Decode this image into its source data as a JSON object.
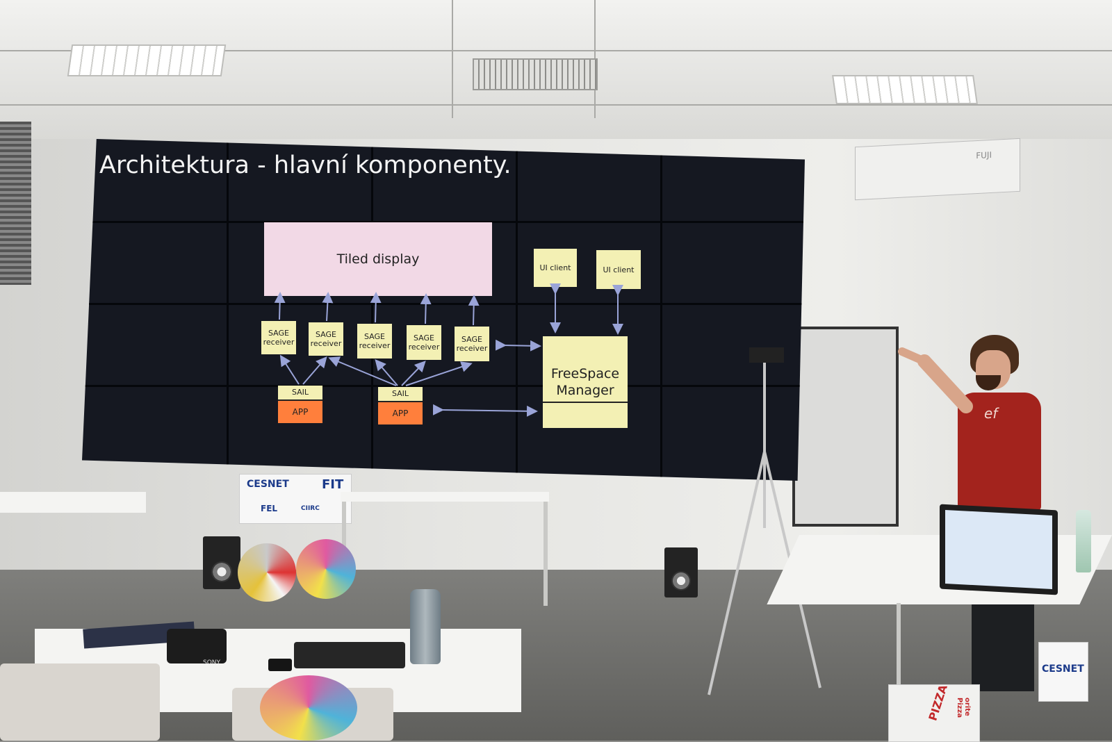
{
  "slide": {
    "title": "Architektura - hlavní komponenty.",
    "tiled_display": "Tiled display",
    "ui_clients": [
      "UI client",
      "UI client"
    ],
    "sage_receivers": [
      "SAGE receiver",
      "SAGE receiver",
      "SAGE receiver",
      "SAGE receiver",
      "SAGE receiver"
    ],
    "freespace_manager": [
      "FreeSpace",
      "Manager"
    ],
    "sail_app_groups": [
      {
        "sail": "SAIL",
        "app": "APP"
      },
      {
        "sail": "SAIL",
        "app": "APP"
      }
    ]
  },
  "signage": {
    "cesnet": "CESNET",
    "fit": "FIT",
    "fel": "FEL",
    "ciirc": "CIIRC",
    "pizza": "PIZZA",
    "pizza_box_side": "orite Pizza",
    "shirt": "ef",
    "camera_brand": "SONY",
    "ac_brand": "FUJI"
  },
  "colors": {
    "slide_bg": "#151821",
    "box_yellow": "#f3f0b4",
    "box_pink": "#f2d9e6",
    "app_orange": "#ff7f3c",
    "arrow": "#9aa4d8",
    "shirt_red": "#a3231d"
  }
}
